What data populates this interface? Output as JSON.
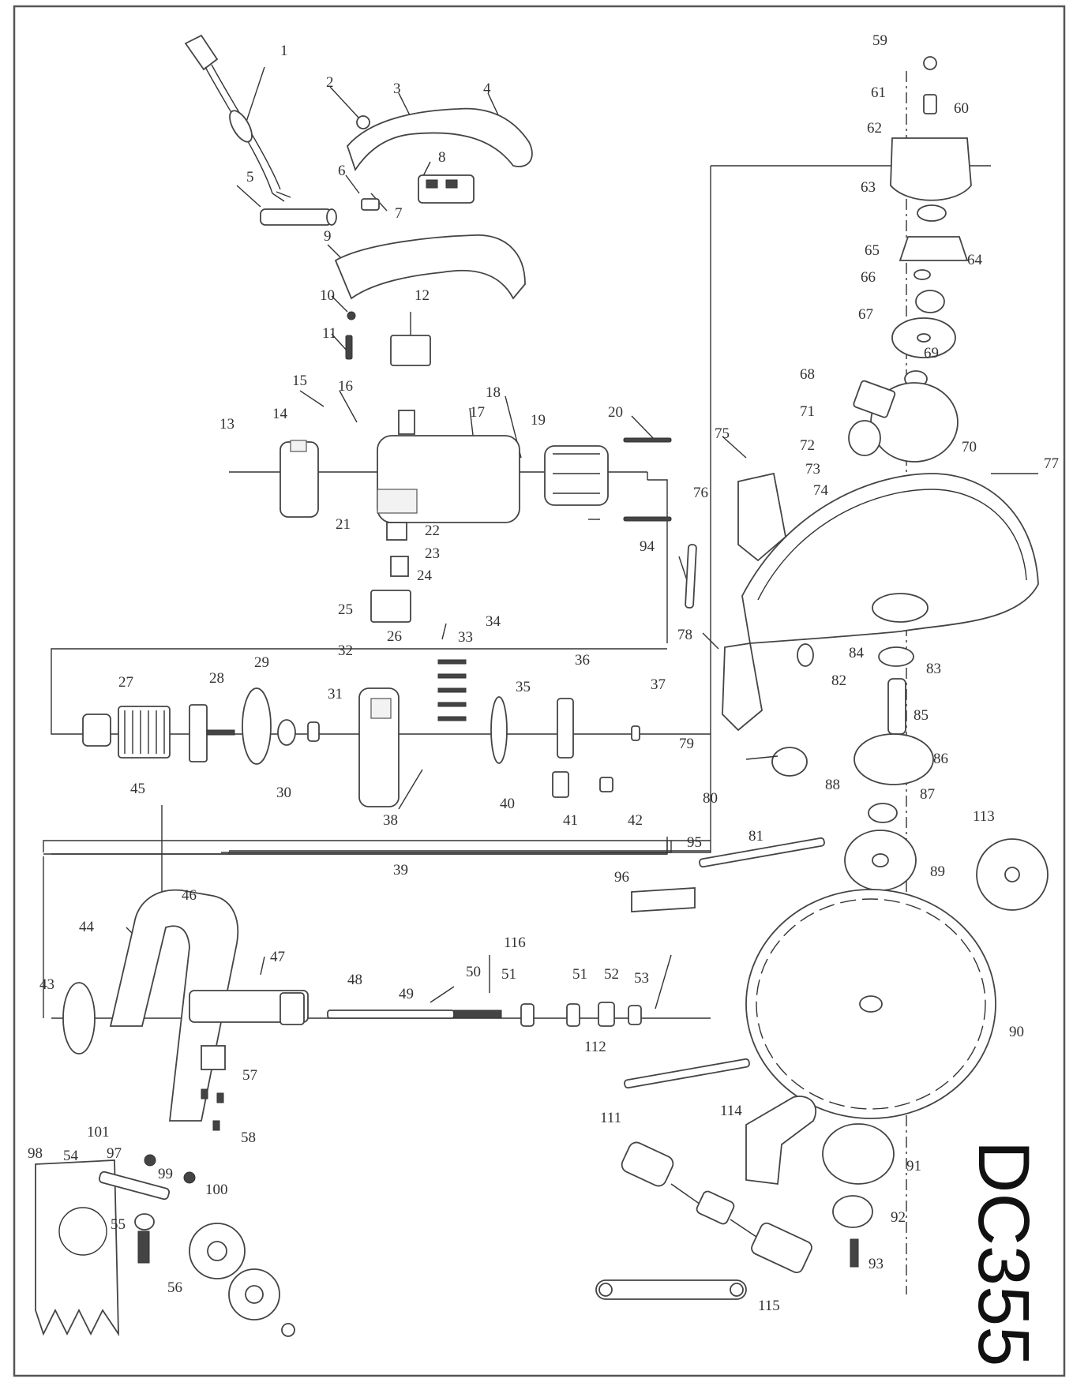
{
  "model": "DC355",
  "part_labels": [
    "1",
    "2",
    "3",
    "4",
    "5",
    "6",
    "7",
    "8",
    "9",
    "10",
    "11",
    "12",
    "13",
    "14",
    "15",
    "16",
    "17",
    "18",
    "19",
    "20",
    "21",
    "22",
    "23",
    "24",
    "25",
    "26",
    "27",
    "28",
    "29",
    "30",
    "31",
    "32",
    "33",
    "34",
    "35",
    "36",
    "37",
    "38",
    "39",
    "40",
    "41",
    "42",
    "43",
    "44",
    "45",
    "46",
    "47",
    "48",
    "49",
    "50",
    "51",
    "51",
    "52",
    "53",
    "54",
    "55",
    "56",
    "57",
    "58",
    "59",
    "60",
    "61",
    "62",
    "63",
    "64",
    "65",
    "66",
    "67",
    "68",
    "69",
    "70",
    "71",
    "72",
    "73",
    "74",
    "75",
    "76",
    "77",
    "78",
    "79",
    "80",
    "81",
    "82",
    "83",
    "84",
    "85",
    "86",
    "87",
    "88",
    "89",
    "90",
    "91",
    "92",
    "93",
    "94",
    "95",
    "96",
    "97",
    "98",
    "99",
    "100",
    "101",
    "111",
    "112",
    "113",
    "114",
    "115",
    "116"
  ]
}
